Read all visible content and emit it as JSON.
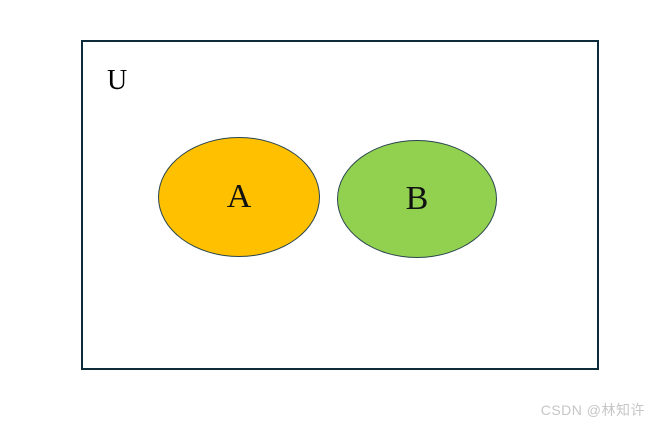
{
  "diagram": {
    "type": "venn-disjoint-sets",
    "background_color": "#ffffff",
    "frame": {
      "label": "U",
      "border_color": "#0d2b38"
    },
    "sets": [
      {
        "label": "A",
        "fill": "#ffc000",
        "stroke": "#29454e"
      },
      {
        "label": "B",
        "fill": "#92d050",
        "stroke": "#29454e"
      }
    ]
  },
  "watermark": {
    "text": "CSDN @林知许",
    "color": "#c6c6c6"
  }
}
